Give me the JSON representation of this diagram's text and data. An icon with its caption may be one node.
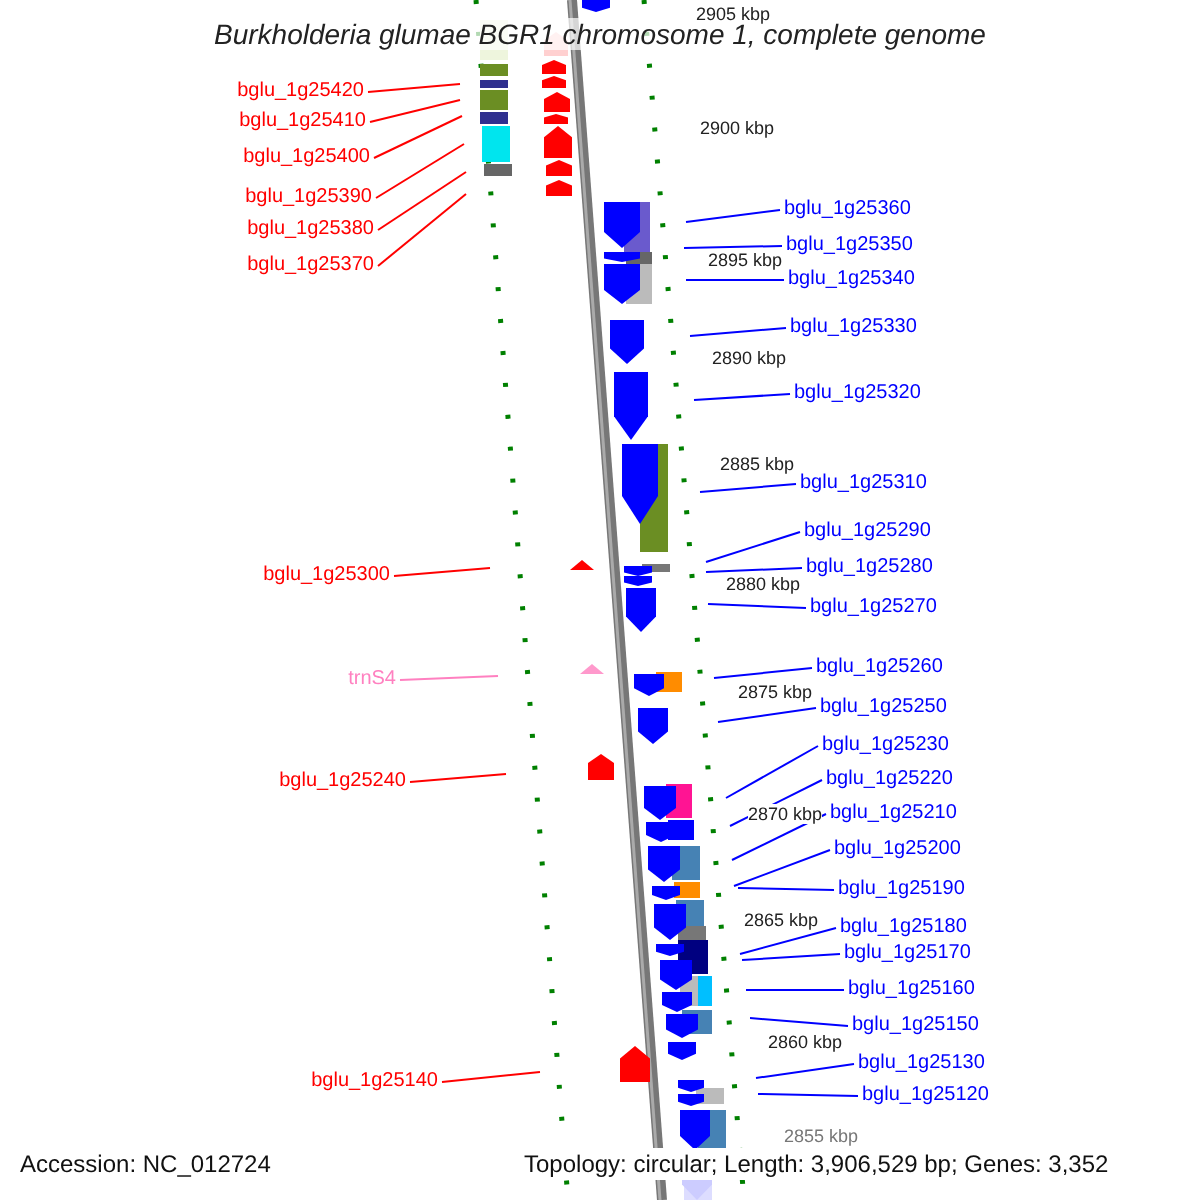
{
  "diagram": {
    "title": "Burkholderia glumae BGR1 chromosome 1, complete genome",
    "nodes": [
      {
        "text": [
          "bglu_1g25420"
        ]
      },
      {
        "text": [
          "bglu_1g25410"
        ]
      },
      {
        "text": [
          "bglu_1g25400"
        ]
      },
      {
        "text": [
          "bglu_1g25390"
        ]
      },
      {
        "text": [
          "bglu_1g25380"
        ]
      },
      {
        "text": [
          "bglu_1g25370"
        ]
      },
      {
        "text": [
          "bglu_1g25360"
        ]
      },
      {
        "text": [
          "bglu_1g25350"
        ]
      },
      {
        "text": [
          "bglu_1g25340"
        ]
      },
      {
        "text": [
          "bglu_1g25330"
        ]
      },
      {
        "text": [
          "bglu_1g25320"
        ]
      },
      {
        "text": [
          "bglu_1g25310"
        ]
      },
      {
        "text": [
          "bglu_1g25290"
        ]
      },
      {
        "text": [
          "bglu_1g25300"
        ]
      },
      {
        "text": [
          "bglu_1g25280"
        ]
      },
      {
        "text": [
          "bglu_1g25270"
        ]
      },
      {
        "text": [
          "bglu_1g25260"
        ]
      },
      {
        "text": [
          "trnS4"
        ]
      },
      {
        "text": [
          "bglu_1g25250"
        ]
      },
      {
        "text": [
          "bglu_1g25230"
        ]
      },
      {
        "text": [
          "bglu_1g25240"
        ]
      },
      {
        "text": [
          "bglu_1g25220"
        ]
      },
      {
        "text": [
          "bglu_1g25210"
        ]
      },
      {
        "text": [
          "bglu_1g25200"
        ]
      },
      {
        "text": [
          "bglu_1g25190"
        ]
      },
      {
        "text": [
          "bglu_1g25180"
        ]
      },
      {
        "text": [
          "bglu_1g25170"
        ]
      },
      {
        "text": [
          "bglu_1g25160"
        ]
      },
      {
        "text": [
          "bglu_1g25150"
        ]
      },
      {
        "text": [
          "bglu_1g25130"
        ]
      },
      {
        "text": [
          "bglu_1g25140"
        ]
      },
      {
        "text": [
          "bglu_1g25120"
        ]
      }
    ],
    "edges": [
      {
        "from": 0,
        "to": null,
        "arrow": "none",
        "color": "#ff0000"
      },
      {
        "from": 1,
        "to": null,
        "arrow": "none",
        "color": "#ff0000"
      },
      {
        "from": 2,
        "to": null,
        "arrow": "none",
        "color": "#ff0000"
      },
      {
        "from": 3,
        "to": null,
        "arrow": "none",
        "color": "#ff0000"
      },
      {
        "from": 4,
        "to": null,
        "arrow": "none",
        "color": "#ff0000"
      },
      {
        "from": 5,
        "to": null,
        "arrow": "none",
        "color": "#ff0000"
      },
      {
        "from": 6,
        "to": null,
        "arrow": "none"
      },
      {
        "from": 7,
        "to": null,
        "arrow": "none"
      },
      {
        "from": 8,
        "to": null,
        "arrow": "none"
      },
      {
        "from": 9,
        "to": null,
        "arrow": "none"
      },
      {
        "from": 10,
        "to": null,
        "arrow": "none"
      },
      {
        "from": 11,
        "to": null,
        "arrow": "none"
      },
      {
        "from": 12,
        "to": null,
        "arrow": "none"
      },
      {
        "from": 13,
        "to": null,
        "arrow": "none",
        "color": "#ff0000"
      },
      {
        "from": 14,
        "to": null,
        "arrow": "none"
      },
      {
        "from": 15,
        "to": null,
        "arrow": "none"
      },
      {
        "from": 16,
        "to": null,
        "arrow": "none"
      },
      {
        "from": 17,
        "to": null,
        "arrow": "none",
        "color": "#ff80c0"
      },
      {
        "from": 18,
        "to": null,
        "arrow": "none"
      },
      {
        "from": 19,
        "to": null,
        "arrow": "none"
      },
      {
        "from": 20,
        "to": null,
        "arrow": "none",
        "color": "#ff0000"
      },
      {
        "from": 21,
        "to": null,
        "arrow": "none"
      },
      {
        "from": 22,
        "to": null,
        "arrow": "none"
      },
      {
        "from": 23,
        "to": null,
        "arrow": "none"
      },
      {
        "from": 24,
        "to": null,
        "arrow": "none"
      },
      {
        "from": 25,
        "to": null,
        "arrow": "none"
      },
      {
        "from": 26,
        "to": null,
        "arrow": "none"
      },
      {
        "from": 27,
        "to": null,
        "arrow": "none"
      },
      {
        "from": 28,
        "to": null,
        "arrow": "none"
      },
      {
        "from": 29,
        "to": null,
        "arrow": "none"
      },
      {
        "from": 30,
        "to": null,
        "arrow": "none",
        "color": "#ff0000"
      },
      {
        "from": 31,
        "to": null,
        "arrow": "none"
      }
    ],
    "labels": [
      "2905 kbp",
      "2900 kbp",
      "2895 kbp",
      "2890 kbp",
      "2885 kbp",
      "2880 kbp",
      "2875 kbp",
      "2870 kbp",
      "2865 kbp",
      "2860 kbp",
      "2855 kbp",
      "Accession: NC_012724",
      "Topology: circular; Length: 3,906,529 bp; Genes: 3,352"
    ]
  }
}
